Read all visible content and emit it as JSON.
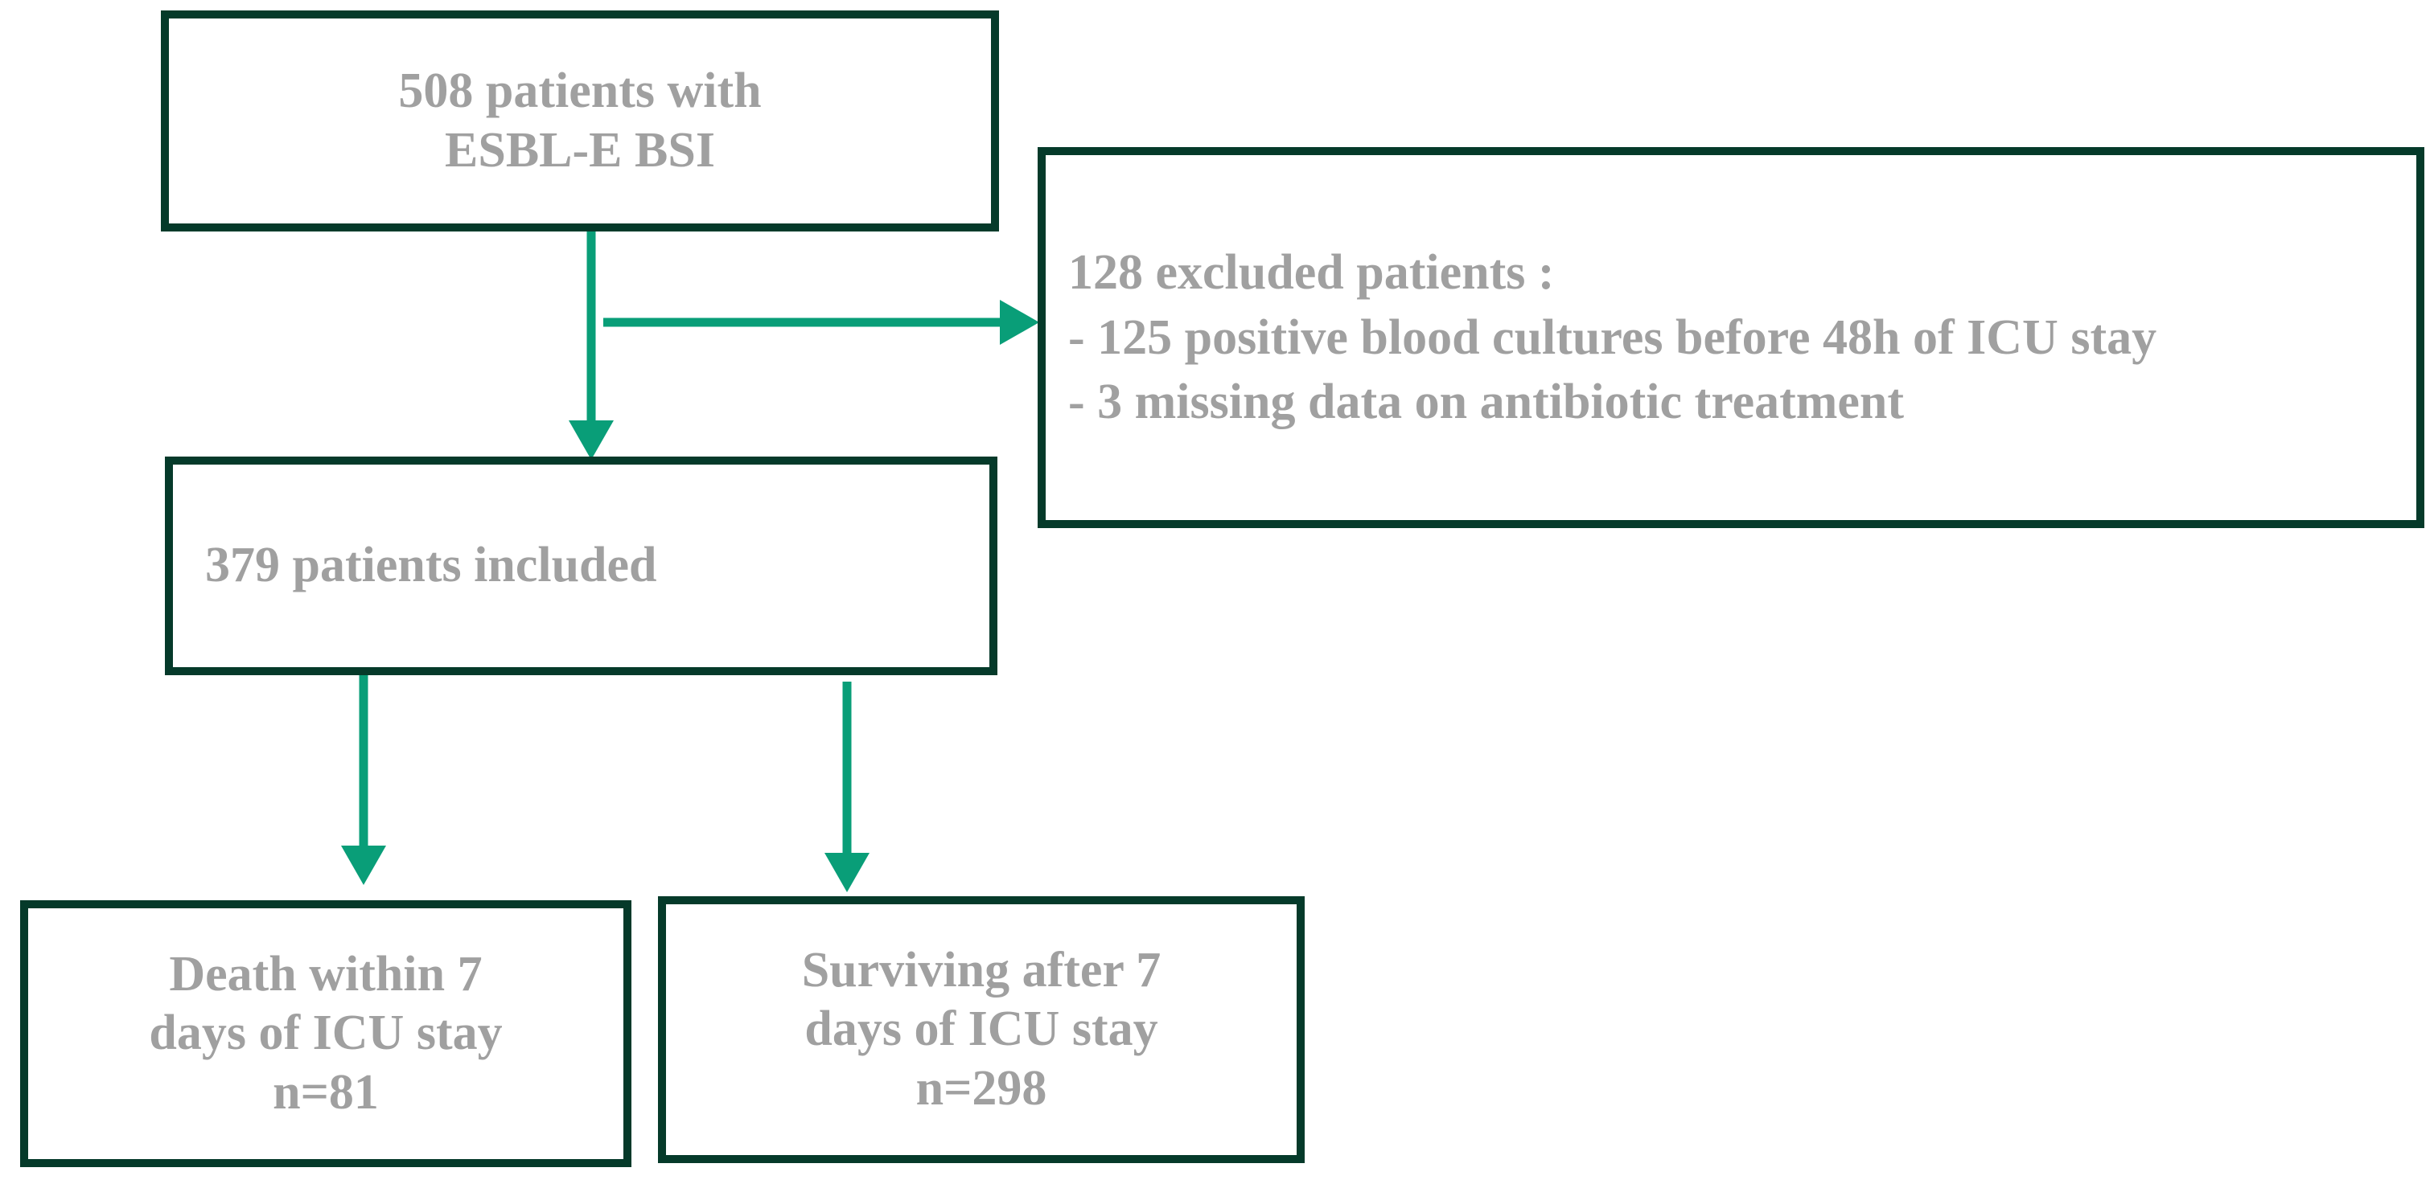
{
  "diagram": {
    "title": "ESBL-E BSI patient flow diagram",
    "type": "flowchart",
    "colors": {
      "box_border": "#053A2A",
      "arrow": "#099E78",
      "text": "#A0A0A0",
      "background": "#FFFFFF"
    },
    "nodes": [
      {
        "id": "source",
        "name": "source-population-box",
        "text": "508 patients with\nESBL-E BSI",
        "count": 508
      },
      {
        "id": "excluded",
        "name": "excluded-patients-box",
        "text": "128 excluded patients :\n- 125 positive blood cultures before 48h of  ICU stay\n- 3 missing data on antibiotic treatment",
        "count": 128
      },
      {
        "id": "included",
        "name": "included-patients-box",
        "text": "379 patients included",
        "count": 379
      },
      {
        "id": "death",
        "name": "death-outcome-box",
        "text": "Death within 7\ndays of ICU stay\nn=81",
        "count": 81
      },
      {
        "id": "survive",
        "name": "survival-outcome-box",
        "text": "Surviving after 7\ndays of ICU stay\nn=298",
        "count": 298
      }
    ],
    "edges": [
      {
        "id": "source-to-included",
        "from": "source",
        "to": "included",
        "direction": "down"
      },
      {
        "id": "source-to-excluded",
        "from": "source",
        "to": "excluded",
        "direction": "right"
      },
      {
        "id": "included-to-death",
        "from": "included",
        "to": "death",
        "direction": "down"
      },
      {
        "id": "included-to-survive",
        "from": "included",
        "to": "survive",
        "direction": "down"
      }
    ]
  }
}
